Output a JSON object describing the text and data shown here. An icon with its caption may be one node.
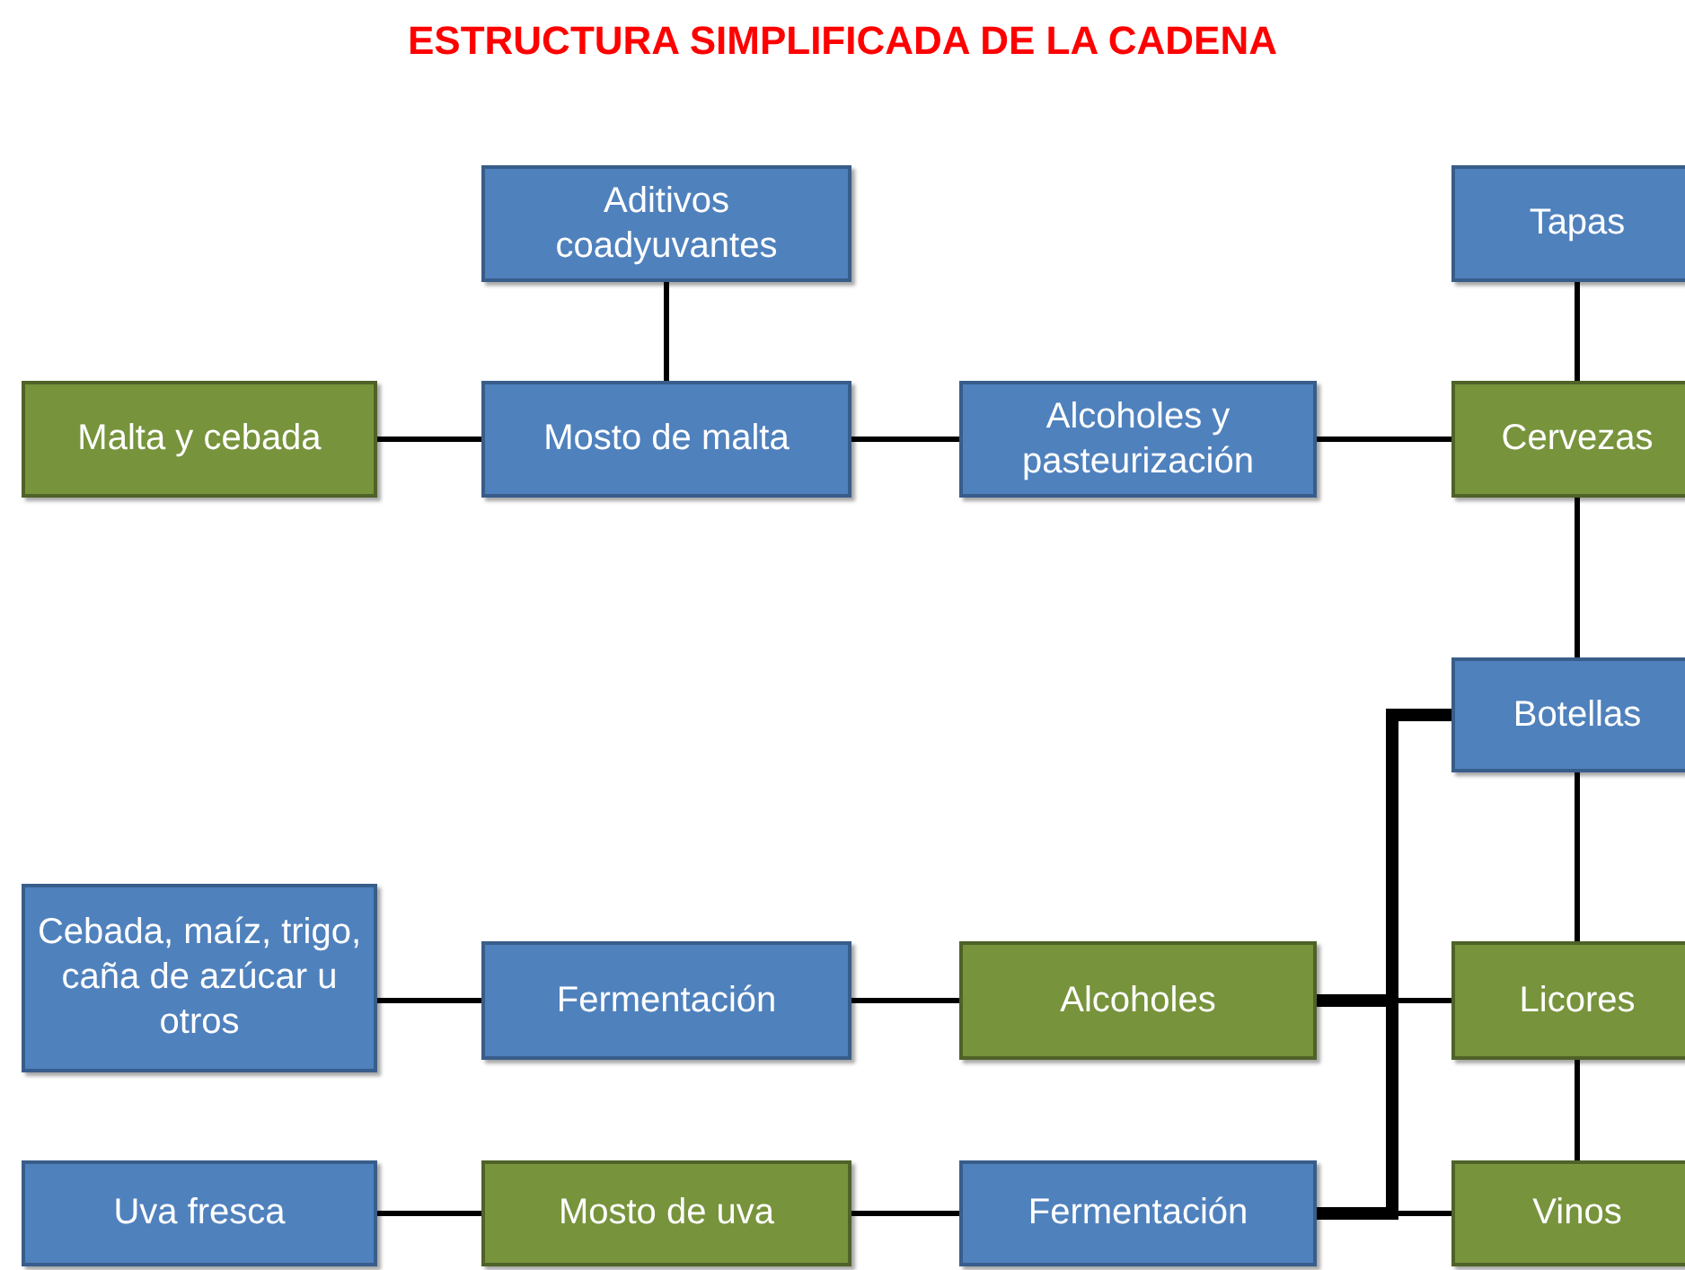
{
  "diagram": {
    "title": "ESTRUCTURA SIMPLIFICADA DE LA CADENA",
    "nodes": [
      {
        "text": [
          "Aditivos coadyuvantes"
        ]
      },
      {
        "text": [
          "Tapas"
        ]
      },
      {
        "text": [
          "Malta y cebada"
        ]
      },
      {
        "text": [
          "Mosto de malta"
        ]
      },
      {
        "text": [
          "Alcoholes y pasteurización"
        ]
      },
      {
        "text": [
          "Cervezas"
        ]
      },
      {
        "text": [
          "Botellas"
        ]
      },
      {
        "text": [
          "Cebada, maíz, trigo, caña de azúcar u otros"
        ]
      },
      {
        "text": [
          "Fermentación"
        ]
      },
      {
        "text": [
          "Alcoholes"
        ]
      },
      {
        "text": [
          "Licores"
        ]
      },
      {
        "text": [
          "Uva fresca"
        ]
      },
      {
        "text": [
          "Mosto de uva"
        ]
      },
      {
        "text": [
          "Fermentación"
        ]
      },
      {
        "text": [
          "Vinos"
        ]
      }
    ],
    "edges": [
      {
        "from": 0,
        "to": 3,
        "arrow": "none"
      },
      {
        "from": 2,
        "to": 3,
        "arrow": "none"
      },
      {
        "from": 3,
        "to": 4,
        "arrow": "none"
      },
      {
        "from": 4,
        "to": 5,
        "arrow": "none"
      },
      {
        "from": 1,
        "to": 5,
        "arrow": "none"
      },
      {
        "from": 5,
        "to": 6,
        "arrow": "none"
      },
      {
        "from": 6,
        "to": 10,
        "arrow": "none"
      },
      {
        "from": 10,
        "to": 14,
        "arrow": "none"
      },
      {
        "from": 7,
        "to": 8,
        "arrow": "none"
      },
      {
        "from": 8,
        "to": 9,
        "arrow": "none"
      },
      {
        "from": 9,
        "to": 10,
        "arrow": "none"
      },
      {
        "from": 11,
        "to": 12,
        "arrow": "none"
      },
      {
        "from": 12,
        "to": 13,
        "arrow": "none"
      },
      {
        "from": 13,
        "to": 14,
        "arrow": "none"
      },
      {
        "from": 6,
        "to": 9,
        "arrow": "none",
        "style": "thick"
      },
      {
        "from": 6,
        "to": 13,
        "arrow": "none",
        "style": "thick"
      }
    ]
  }
}
